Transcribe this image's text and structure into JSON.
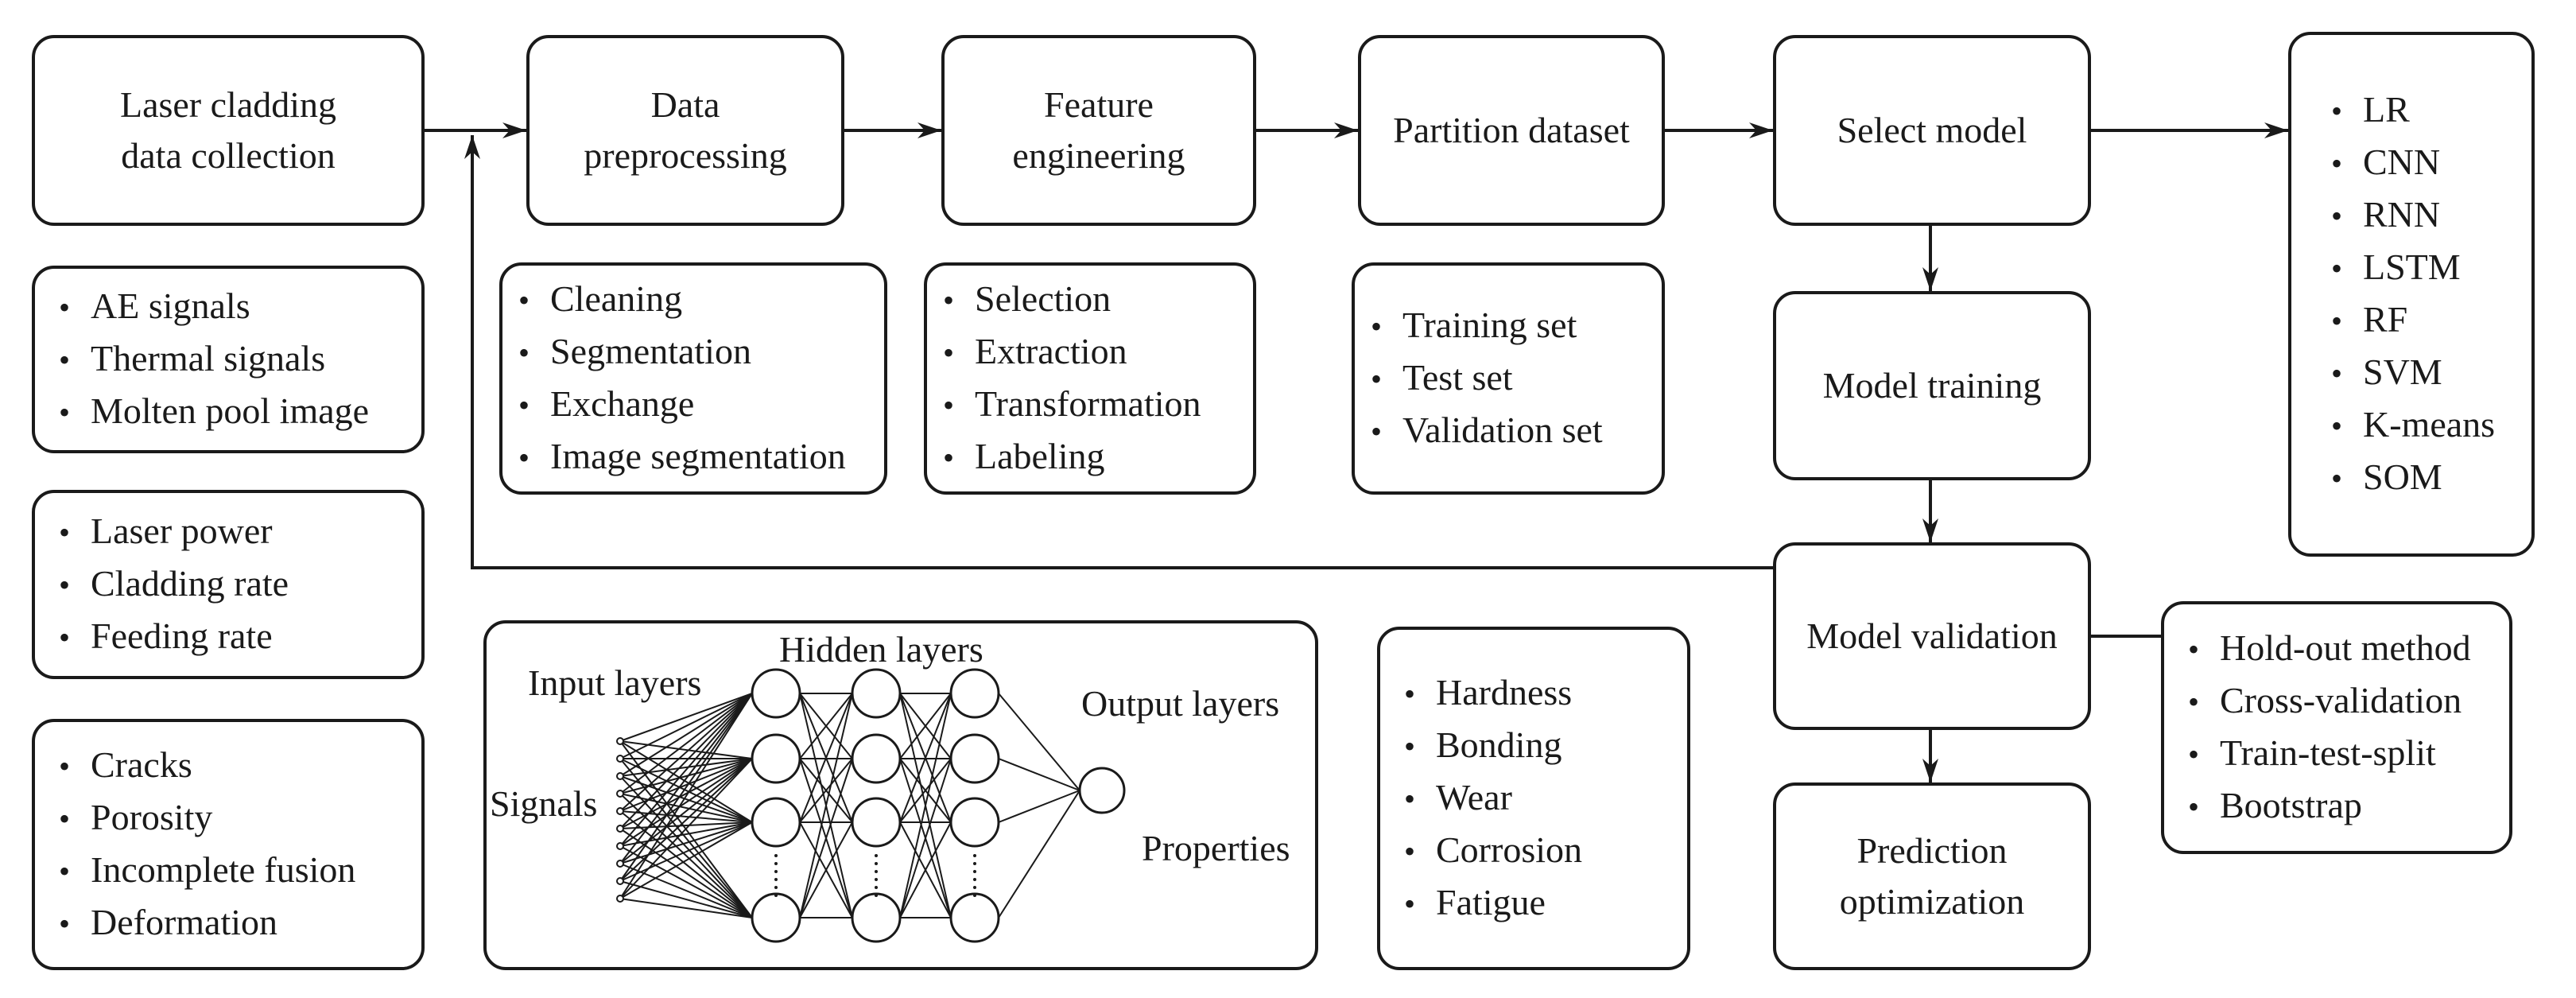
{
  "flow_boxes": [
    {
      "id": "collection",
      "lines": [
        "Laser cladding",
        "data collection"
      ]
    },
    {
      "id": "preprocessing",
      "lines": [
        "Data",
        "preprocessing"
      ]
    },
    {
      "id": "feature",
      "lines": [
        "Feature",
        "engineering"
      ]
    },
    {
      "id": "partition",
      "lines": [
        "Partition dataset"
      ]
    },
    {
      "id": "select",
      "lines": [
        "Select model"
      ]
    },
    {
      "id": "training",
      "lines": [
        "Model training"
      ]
    },
    {
      "id": "validation",
      "lines": [
        "Model validation"
      ]
    },
    {
      "id": "prediction",
      "lines": [
        "Prediction",
        "optimization"
      ]
    }
  ],
  "lists": {
    "signals": [
      "AE signals",
      "Thermal signals",
      "Molten pool image"
    ],
    "process_params": [
      "Laser power",
      "Cladding rate",
      "Feeding rate"
    ],
    "defects": [
      "Cracks",
      "Porosity",
      "Incomplete fusion",
      "Deformation"
    ],
    "preprocessing": [
      "Cleaning",
      "Segmentation",
      "Exchange",
      "Image segmentation"
    ],
    "feature": [
      "Selection",
      "Extraction",
      "Transformation",
      "Labeling"
    ],
    "partition": [
      "Training set",
      "Test set",
      "Validation set"
    ],
    "models": [
      "LR",
      "CNN",
      "RNN",
      "LSTM",
      "RF",
      "SVM",
      "K-means",
      "SOM"
    ],
    "validation_methods": [
      "Hold-out method",
      "Cross-validation",
      "Train-test-split",
      "Bootstrap"
    ],
    "properties": [
      "Hardness",
      "Bonding",
      "Wear",
      "Corrosion",
      "Fatigue"
    ]
  },
  "network": {
    "input_label": "Input layers",
    "hidden_label": "Hidden layers",
    "output_label": "Output layers",
    "signals_label": "Signals",
    "properties_label": "Properties"
  }
}
